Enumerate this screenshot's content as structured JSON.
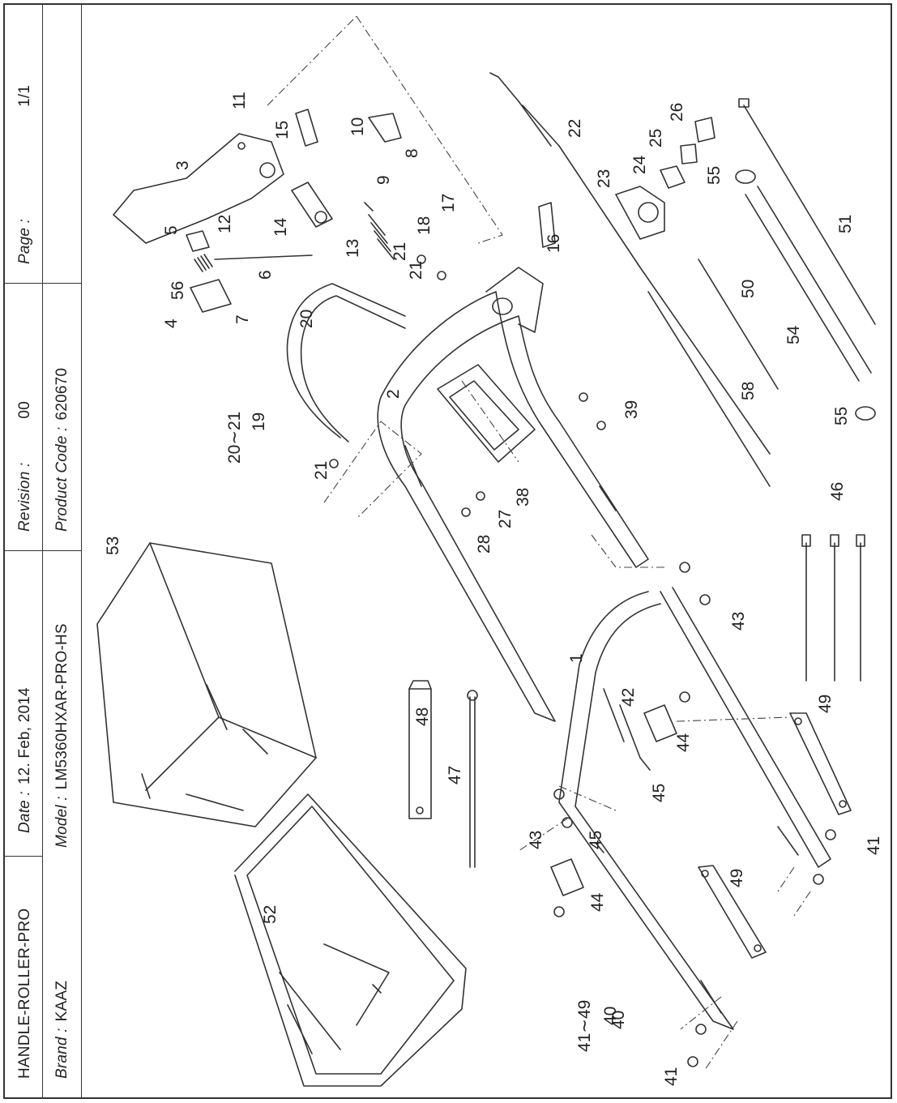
{
  "header": {
    "title": "HANDLE-ROLLER-PRO",
    "brand_label": "Brand :",
    "brand": "KAAZ",
    "date_label": "Date :",
    "date": "12. Feb, 2014",
    "model_label": "Model :",
    "model": "LM5360HXAR-PRO-HS",
    "revision_label": "Revision :",
    "revision": "00",
    "product_code_label": "Product Code :",
    "product_code": "620670",
    "page_label": "Page :",
    "page": "1/1"
  },
  "diagram": {
    "part_numbers": [
      "1",
      "2",
      "3",
      "4",
      "5",
      "6",
      "7",
      "8",
      "9",
      "10",
      "11",
      "12",
      "13",
      "14",
      "15",
      "16",
      "17",
      "18",
      "20",
      "21",
      "21",
      "21",
      "22",
      "23",
      "24",
      "25",
      "26",
      "27",
      "28",
      "38",
      "39",
      "40",
      "41",
      "41",
      "42",
      "43",
      "43",
      "43",
      "44",
      "44",
      "45",
      "45",
      "46",
      "47",
      "48",
      "49",
      "49",
      "50",
      "51",
      "52",
      "53",
      "54",
      "55",
      "55",
      "56",
      "58"
    ],
    "groups": {
      "g19_range": "20∼21",
      "g19_parent": "19",
      "g40_range": "41∼49",
      "g40_parent": "40"
    }
  }
}
